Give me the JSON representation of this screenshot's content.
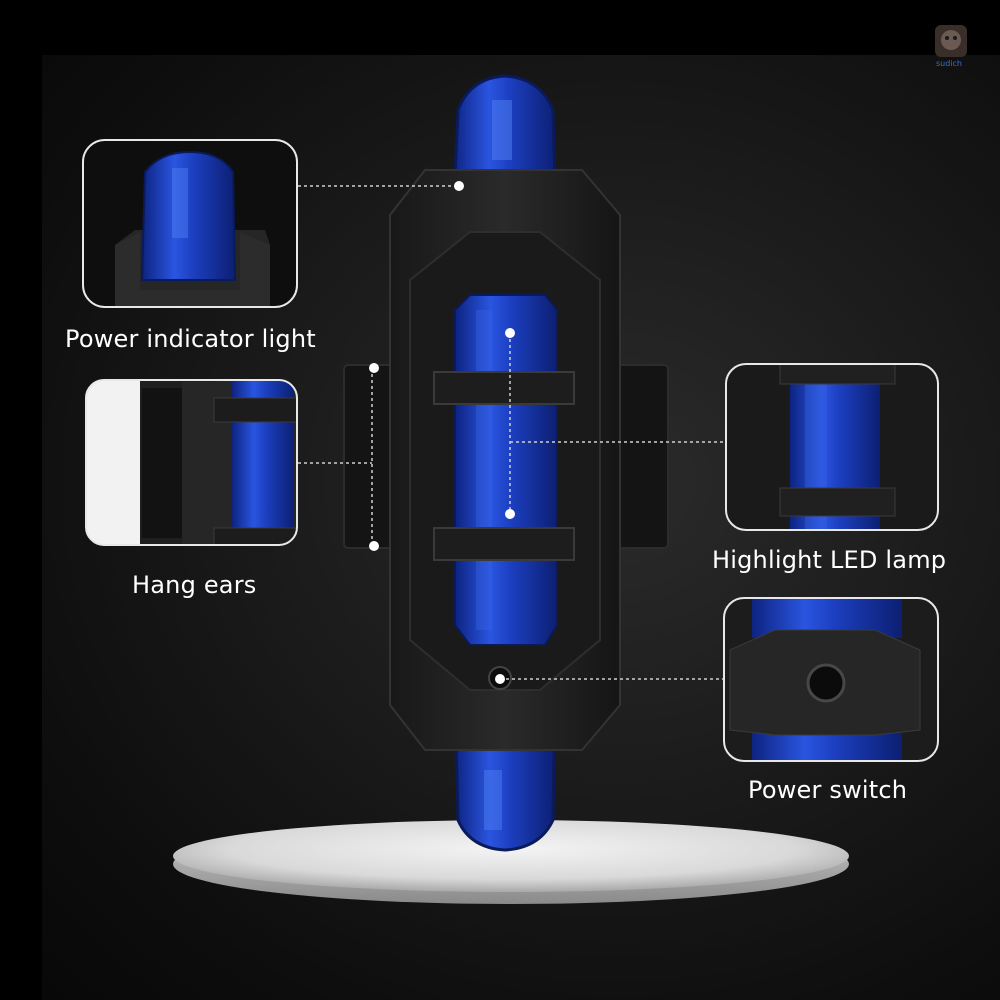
{
  "brand": {
    "logo_text": "sudich"
  },
  "product": {
    "lens_color": "#1b3fb8",
    "body_color": "#1f1f1f"
  },
  "callouts": {
    "power_indicator_light": "Power indicator light",
    "hang_ears": "Hang ears",
    "highlight_led_lamp": "Highlight LED lamp",
    "power_switch": "Power switch"
  }
}
